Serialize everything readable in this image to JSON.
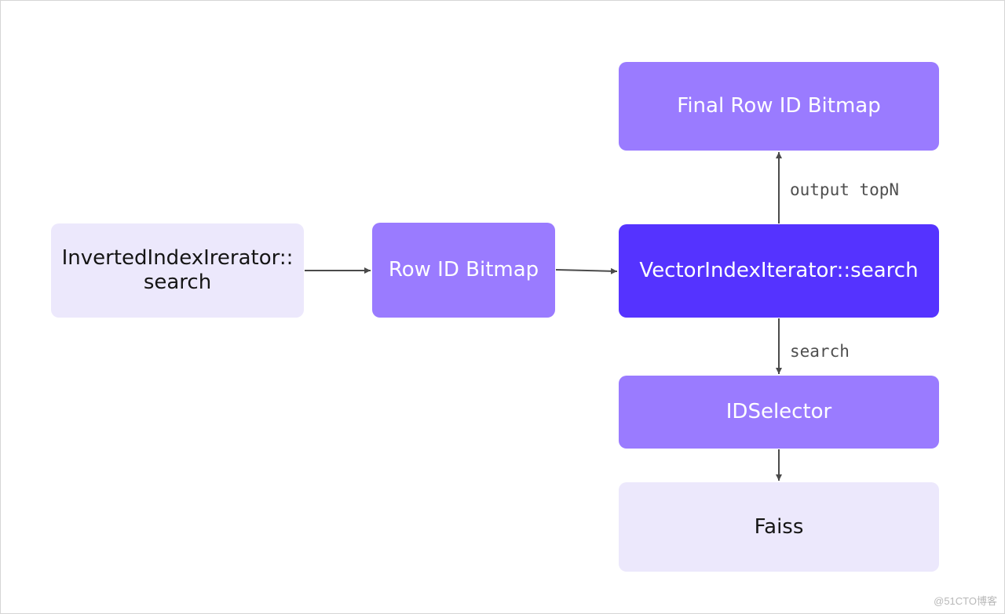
{
  "nodes": {
    "inverted": "InvertedIndexIrerator::search",
    "rowid": "Row ID Bitmap",
    "vector": "VectorIndexIterator::search",
    "final": "Final Row ID Bitmap",
    "idselector": "IDSelector",
    "faiss": "Faiss"
  },
  "edges": {
    "output_topn": "output topN",
    "search": "search"
  },
  "watermark": "@51CTO博客",
  "colors": {
    "light": "#ece8fc",
    "mid": "#9a7bff",
    "dark": "#5533ff",
    "arrow": "#4a4a4a"
  }
}
